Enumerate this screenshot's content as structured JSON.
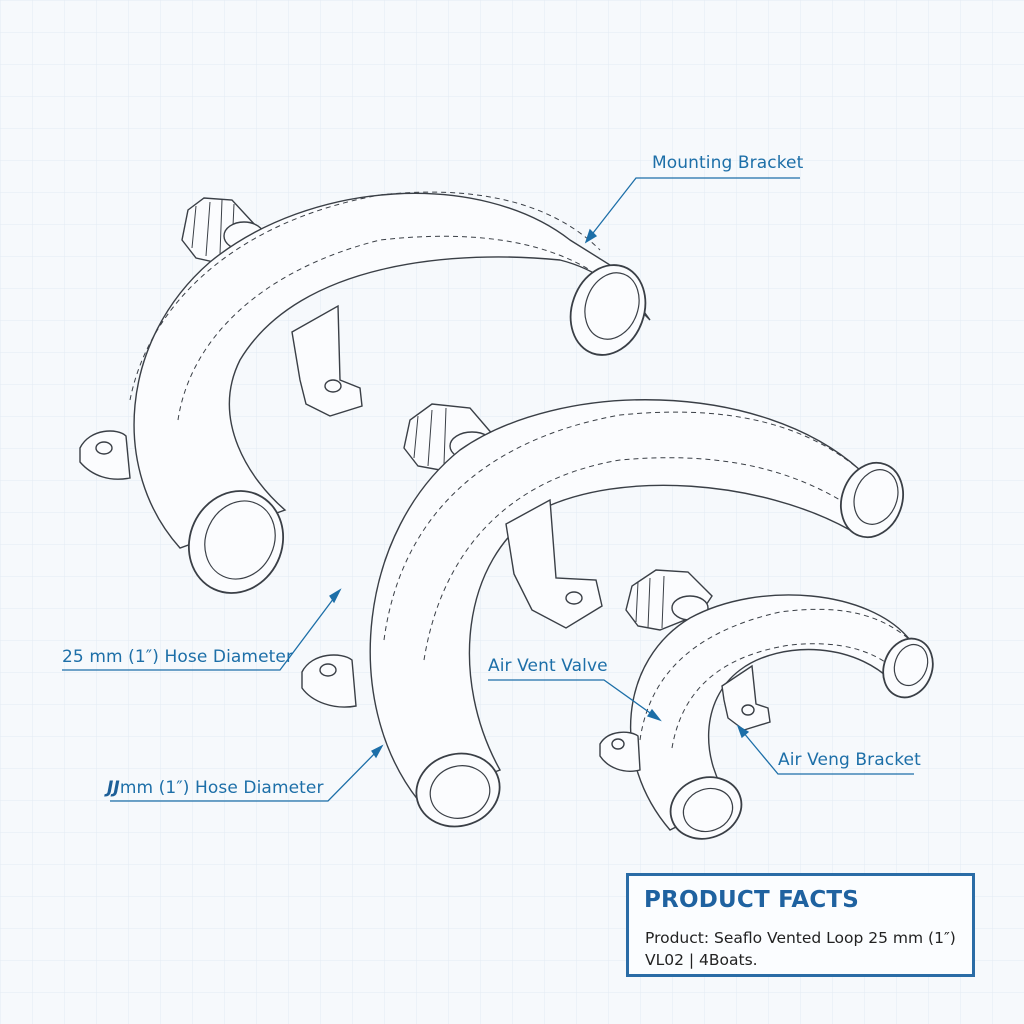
{
  "callouts": {
    "mounting_bracket": "Mounting Bracket",
    "hose_diameter_1": "25 mm (1″) Hose Diameter",
    "hose_diameter_2_prefix": "JJ",
    "hose_diameter_2": "mm (1″) Hose Diameter",
    "air_vent_valve": "Air Vent Valve",
    "air_veng_bracket": "Air Veng Bracket"
  },
  "facts": {
    "title": "PRODUCT FACTS",
    "text": "Product: Seaflo Vented Loop 25 mm (1″) VL02 | 4Boats."
  },
  "colors": {
    "background": "#f6f9fc",
    "line_art": "#3a3f46",
    "accent": "#1d6fa8",
    "box_border": "#2a6ca6"
  }
}
